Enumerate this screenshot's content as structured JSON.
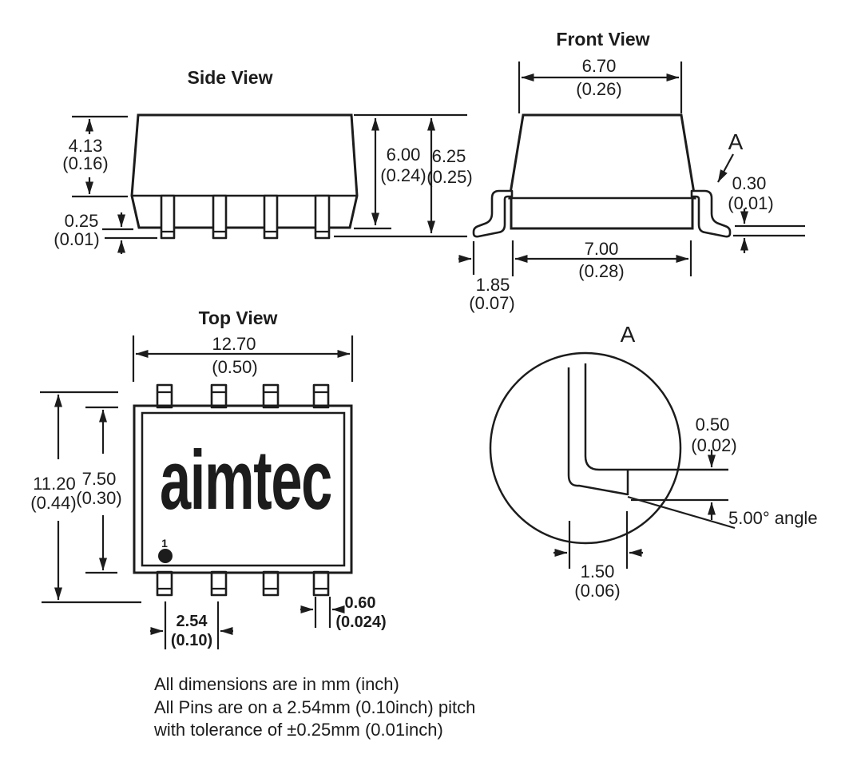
{
  "colors": {
    "ink": "#1c1c1c",
    "paper": "#ffffff"
  },
  "side_view": {
    "title": "Side View",
    "body_height_mm": "4.13",
    "body_height_in": "(0.16)",
    "standoff_mm": "0.25",
    "standoff_in": "(0.01)",
    "seated_height_mm": "6.00",
    "seated_height_in": "(0.24)",
    "total_height_mm": "6.25",
    "total_height_in": "(0.25)"
  },
  "front_view": {
    "title": "Front View",
    "top_width_mm": "6.70",
    "top_width_in": "(0.26)",
    "body_width_mm": "7.00",
    "body_width_in": "(0.28)",
    "lead_extension_mm": "1.85",
    "lead_extension_in": "(0.07)",
    "lead_thickness_mm": "0.30",
    "lead_thickness_in": "(0.01)",
    "detail_ref": "A"
  },
  "top_view": {
    "title": "Top View",
    "overall_width_mm": "12.70",
    "overall_width_in": "(0.50)",
    "overall_depth_mm": "11.20",
    "overall_depth_in": "(0.44)",
    "body_depth_mm": "7.50",
    "body_depth_in": "(0.30)",
    "pin_pitch_mm": "2.54",
    "pin_pitch_in": "(0.10)",
    "pin_width_mm": "0.60",
    "pin_width_in": "(0.024)",
    "logo": "aimtec",
    "pin1_label": "1"
  },
  "detail_a": {
    "title": "A",
    "foot_height_mm": "0.50",
    "foot_height_in": "(0.02)",
    "angle_label": "5.00° angle",
    "foot_length_mm": "1.50",
    "foot_length_in": "(0.06)"
  },
  "notes": {
    "line1": "All dimensions are in  mm (inch)",
    "line2": "All Pins are on a 2.54mm (0.10inch) pitch",
    "line3": "with tolerance of ±0.25mm (0.01inch)"
  }
}
